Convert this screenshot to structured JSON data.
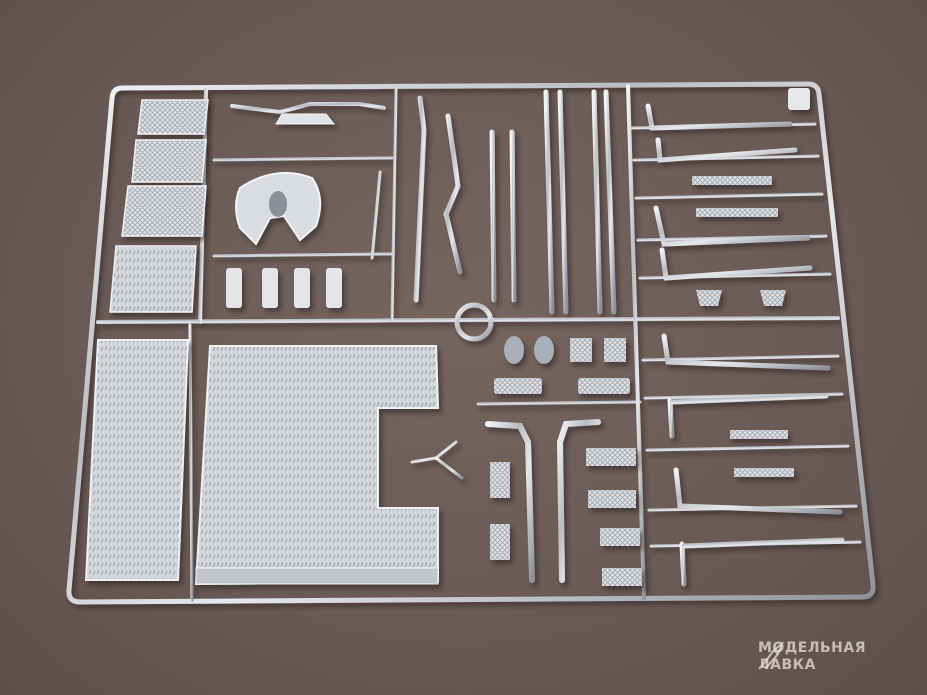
{
  "photo": {
    "subject": "chrome-plastic-model-sprue",
    "background_color": "#6a5a57",
    "part_color": "#c9ccd0"
  },
  "watermark": {
    "icon": "scalpel-logo-icon",
    "line1": "МОДЕЛЬНАЯ",
    "line2": "ЛАВКА"
  }
}
